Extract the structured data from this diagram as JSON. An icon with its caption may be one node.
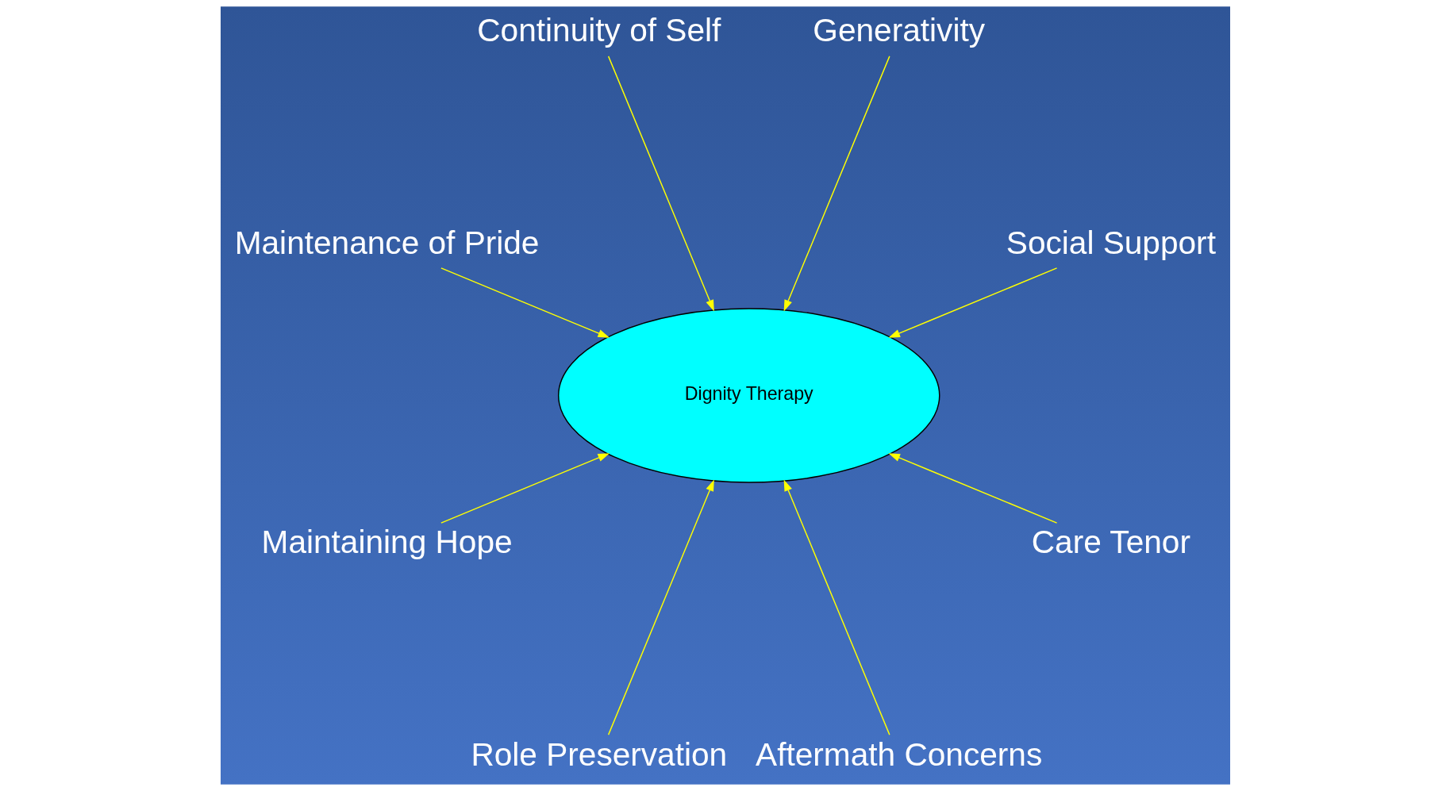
{
  "diagram": {
    "nodes": [
      {
        "text": [
          "Dignity Therapy"
        ]
      },
      {
        "text": [
          "Social Support"
        ]
      },
      {
        "text": [
          "Generativity"
        ]
      },
      {
        "text": [
          "Continuity of Self"
        ]
      },
      {
        "text": [
          "Maintenance of Pride"
        ]
      },
      {
        "text": [
          "Maintaining Hope"
        ]
      },
      {
        "text": [
          "Role Preservation"
        ]
      },
      {
        "text": [
          "Aftermath Concerns"
        ]
      },
      {
        "text": [
          "Care Tenor"
        ]
      }
    ],
    "edges": [
      {
        "from": 1,
        "to": 0,
        "arrow": "to"
      },
      {
        "from": 2,
        "to": 0,
        "arrow": "to"
      },
      {
        "from": 3,
        "to": 0,
        "arrow": "to"
      },
      {
        "from": 4,
        "to": 0,
        "arrow": "to"
      },
      {
        "from": 5,
        "to": 0,
        "arrow": "to"
      },
      {
        "from": 6,
        "to": 0,
        "arrow": "to"
      },
      {
        "from": 7,
        "to": 0,
        "arrow": "to"
      },
      {
        "from": 8,
        "to": 0,
        "arrow": "to"
      }
    ]
  }
}
